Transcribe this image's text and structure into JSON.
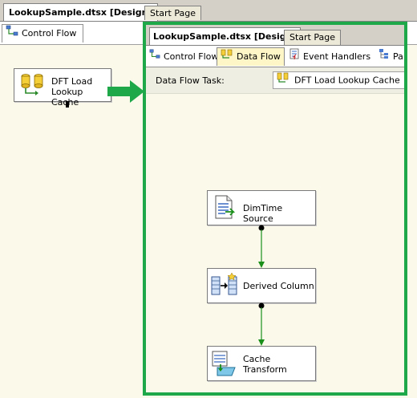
{
  "background": {
    "active_tab": "LookupSample.dtsx [Design]",
    "other_tab": "Start Page",
    "subtab": "Control Flow",
    "task": {
      "line1": "DFT Load",
      "line2": "Lookup Cache"
    }
  },
  "panel": {
    "active_tab": "LookupSample.dtsx [Design]",
    "other_tab": "Start Page",
    "subtabs": [
      {
        "label": "Control Flow",
        "icon": "control-flow-icon"
      },
      {
        "label": "Data Flow",
        "icon": "data-flow-icon",
        "selected": true
      },
      {
        "label": "Event Handlers",
        "icon": "event-handlers-icon"
      },
      {
        "label": "Pa",
        "icon": "package-explorer-icon"
      }
    ],
    "task_label": "Data Flow Task:",
    "task_value": "DFT Load Lookup Cache",
    "components": [
      {
        "line1": "DimTime Source",
        "line2": ""
      },
      {
        "line1": "Derived Column",
        "line2": ""
      },
      {
        "line1": "Cache",
        "line2": "Transform"
      }
    ]
  },
  "colors": {
    "highlight_border": "#1ea84a",
    "canvas": "#fbfaea",
    "flow_line": "#1a8f1a"
  }
}
